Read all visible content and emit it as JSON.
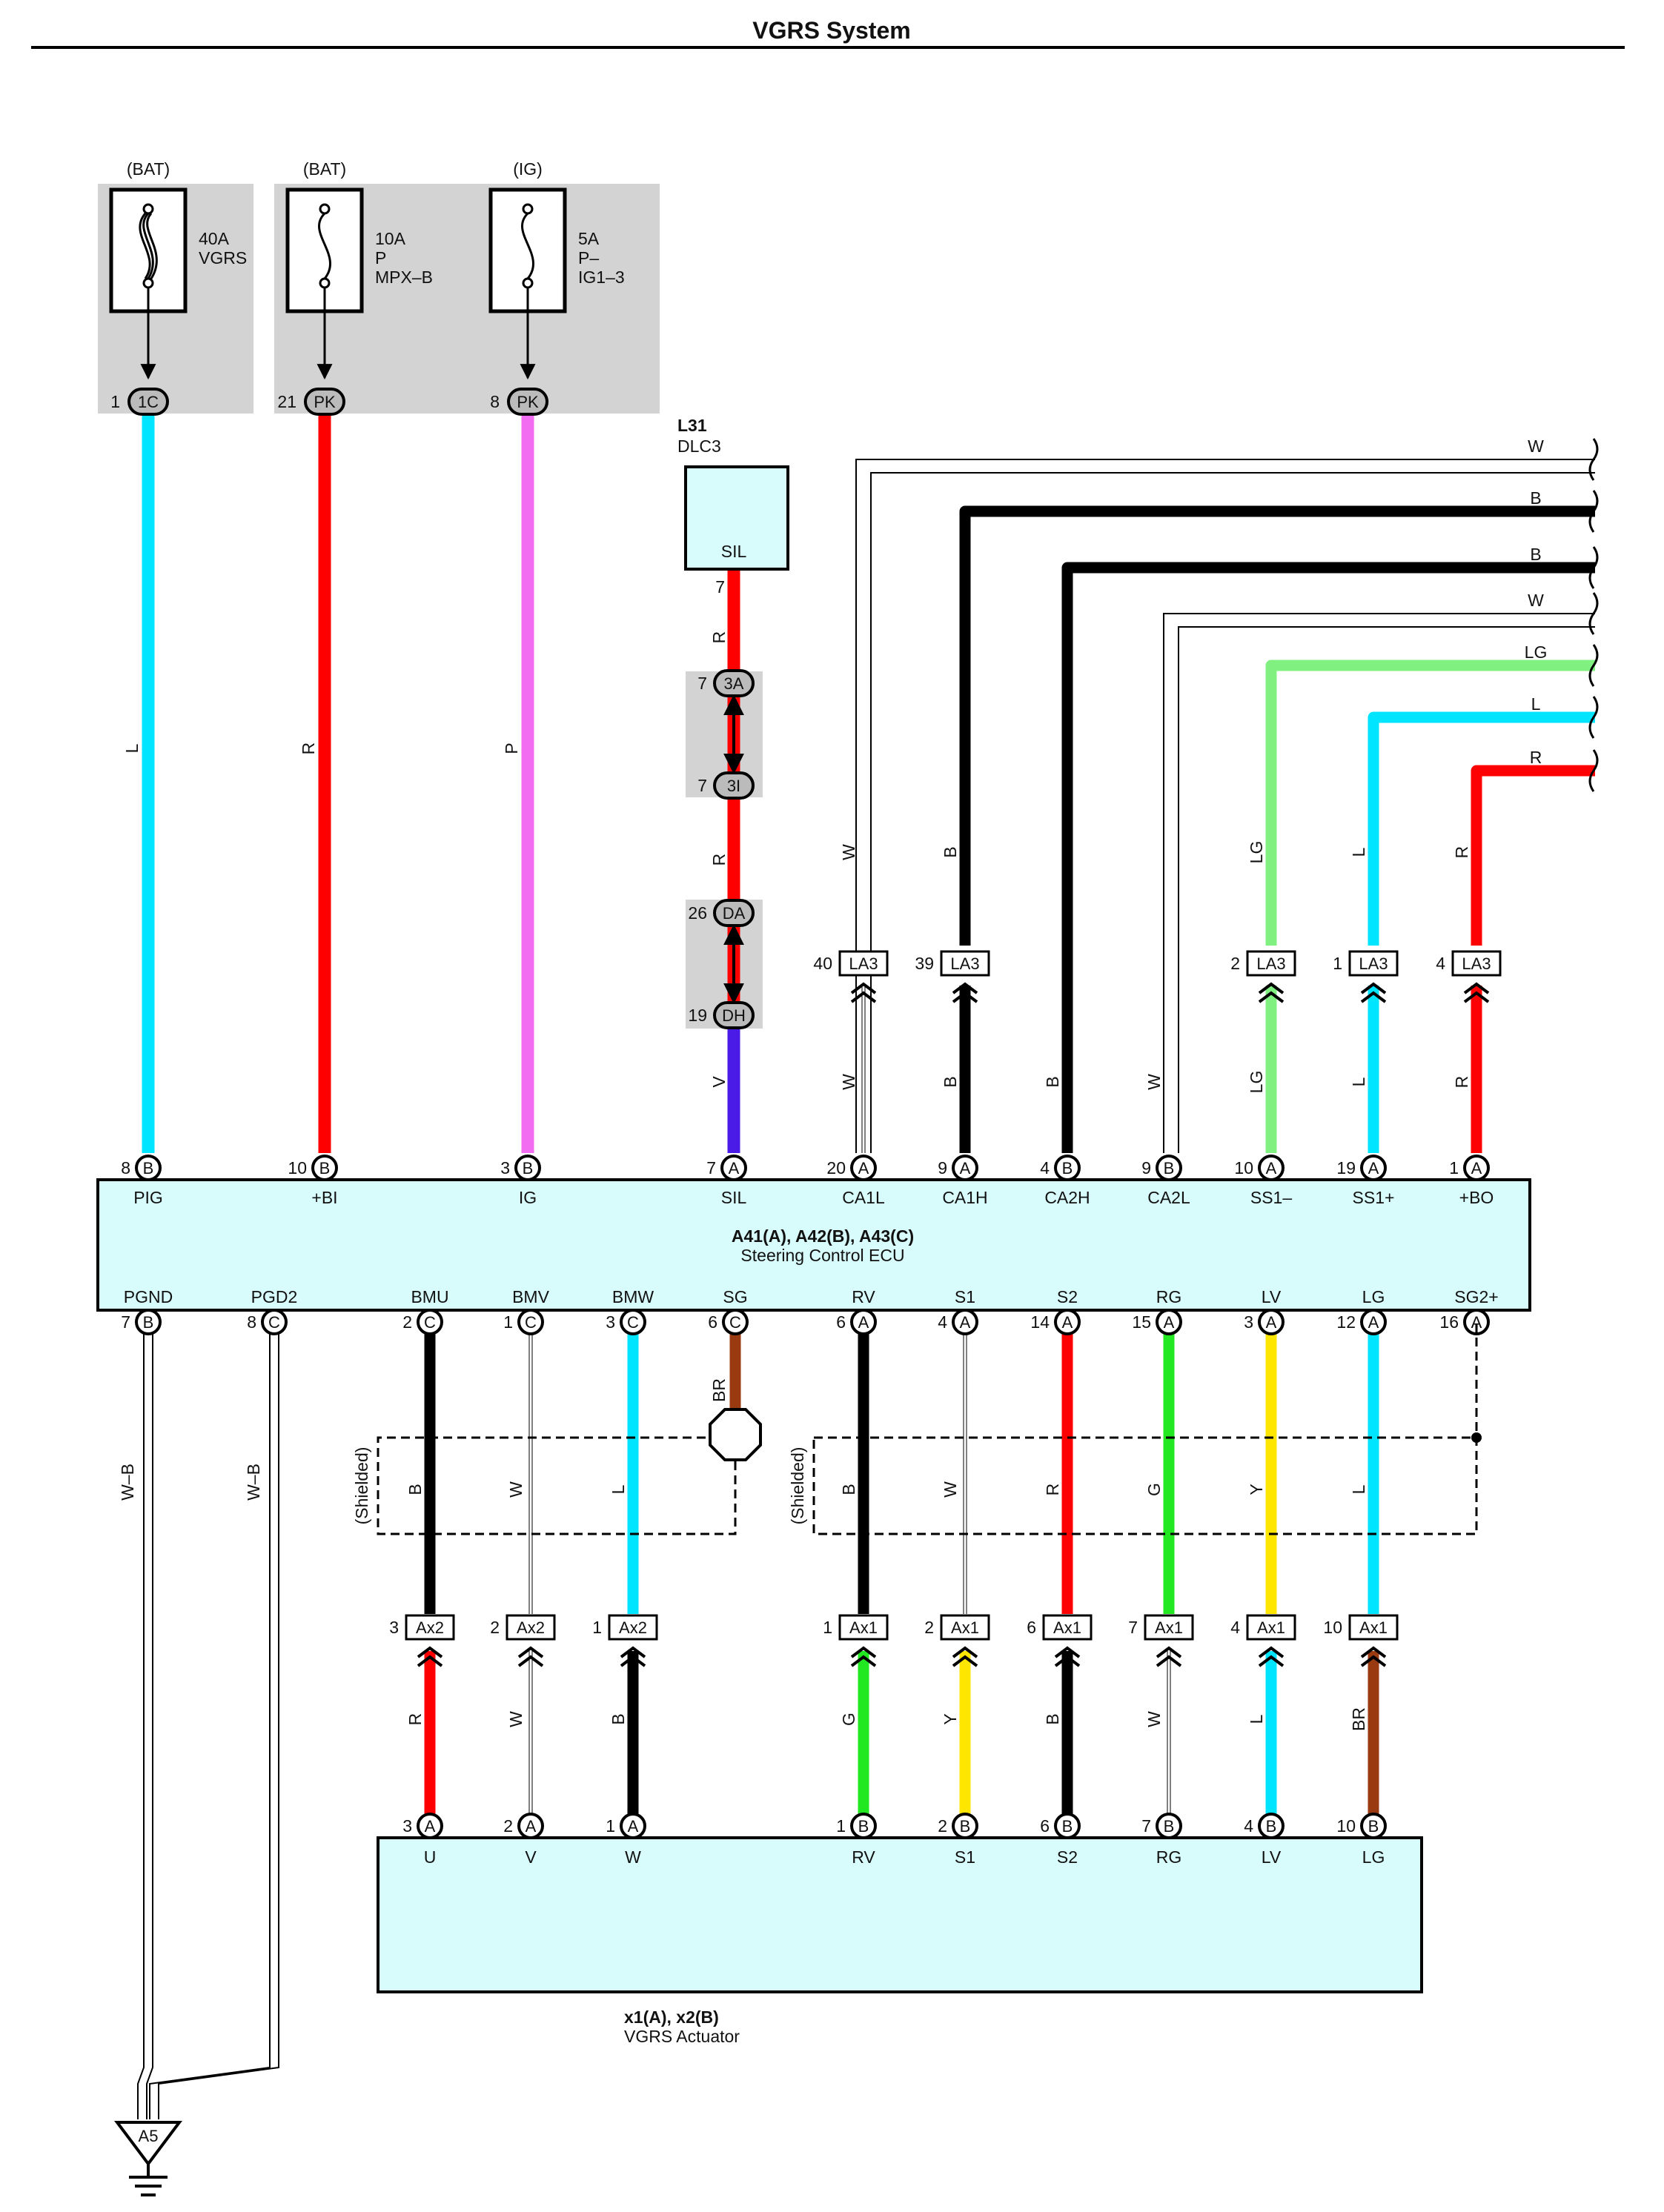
{
  "title": "VGRS System",
  "fuses": [
    {
      "source": "(BAT)",
      "rating": "40A",
      "name1": "VGRS",
      "name2": "",
      "pin": "1",
      "conn": "1C",
      "color": "L"
    },
    {
      "source": "(BAT)",
      "rating": "10A",
      "name1": "P",
      "name2": "MPX–B",
      "pin": "21",
      "conn": "PK",
      "color": "R"
    },
    {
      "source": "(IG)",
      "rating": "5A",
      "name1": "P–",
      "name2": "IG1–3",
      "pin": "8",
      "conn": "PK",
      "color": "P"
    }
  ],
  "dlc": {
    "code": "L31",
    "name": "DLC3",
    "terminal": "SIL",
    "pin": "7"
  },
  "junctions": [
    {
      "pin": "7",
      "conn": "3A"
    },
    {
      "pin": "7",
      "conn": "3I"
    },
    {
      "pin": "26",
      "conn": "DA"
    },
    {
      "pin": "19",
      "conn": "DH"
    }
  ],
  "dlc_wire_colors": [
    "R",
    "R",
    "V"
  ],
  "right_lines": [
    {
      "label": "W"
    },
    {
      "label": "B"
    },
    {
      "label": "B"
    },
    {
      "label": "W"
    },
    {
      "label": "LG"
    },
    {
      "label": "L"
    },
    {
      "label": "R"
    }
  ],
  "la3": [
    {
      "pin": "40",
      "conn": "LA3",
      "color_up": "W",
      "color_down": "W"
    },
    {
      "pin": "39",
      "conn": "LA3",
      "color_up": "B",
      "color_down": "B"
    },
    {
      "pin": "2",
      "conn": "LA3",
      "color_up": "LG",
      "color_down": "LG"
    },
    {
      "pin": "1",
      "conn": "LA3",
      "color_up": "L",
      "color_down": "L"
    },
    {
      "pin": "4",
      "conn": "LA3",
      "color_up": "R",
      "color_down": "R"
    }
  ],
  "ecu": {
    "name_line1": "A41(A), A42(B), A43(C)",
    "name_line2": "Steering Control ECU",
    "top_terminals": [
      {
        "pin": "8",
        "conn": "B",
        "name": "PIG"
      },
      {
        "pin": "10",
        "conn": "B",
        "name": "+BI"
      },
      {
        "pin": "3",
        "conn": "B",
        "name": "IG"
      },
      {
        "pin": "7",
        "conn": "A",
        "name": "SIL"
      },
      {
        "pin": "20",
        "conn": "A",
        "name": "CA1L"
      },
      {
        "pin": "9",
        "conn": "A",
        "name": "CA1H"
      },
      {
        "pin": "4",
        "conn": "B",
        "name": "CA2H"
      },
      {
        "pin": "9",
        "conn": "B",
        "name": "CA2L"
      },
      {
        "pin": "10",
        "conn": "A",
        "name": "SS1–"
      },
      {
        "pin": "19",
        "conn": "A",
        "name": "SS1+"
      },
      {
        "pin": "1",
        "conn": "A",
        "name": "+BO"
      }
    ],
    "bottom_terminals": [
      {
        "pin": "7",
        "conn": "B",
        "name": "PGND"
      },
      {
        "pin": "8",
        "conn": "C",
        "name": "PGD2"
      },
      {
        "pin": "2",
        "conn": "C",
        "name": "BMU"
      },
      {
        "pin": "1",
        "conn": "C",
        "name": "BMV"
      },
      {
        "pin": "3",
        "conn": "C",
        "name": "BMW"
      },
      {
        "pin": "6",
        "conn": "C",
        "name": "SG"
      },
      {
        "pin": "6",
        "conn": "A",
        "name": "RV"
      },
      {
        "pin": "4",
        "conn": "A",
        "name": "S1"
      },
      {
        "pin": "14",
        "conn": "A",
        "name": "S2"
      },
      {
        "pin": "15",
        "conn": "A",
        "name": "RG"
      },
      {
        "pin": "3",
        "conn": "A",
        "name": "LV"
      },
      {
        "pin": "12",
        "conn": "A",
        "name": "LG"
      },
      {
        "pin": "16",
        "conn": "A",
        "name": "SG2+"
      }
    ],
    "top_wire_colors": [
      "L",
      "R",
      "P",
      "V",
      "W",
      "B",
      "B",
      "W",
      "LG",
      "L",
      "R"
    ],
    "ground_wire_colors": [
      "W–B",
      "W–B"
    ]
  },
  "shielded_label": "(Shielded)",
  "sg_wire_color": "BR",
  "upper_harness_colors": [
    "B",
    "W",
    "L",
    "B",
    "W",
    "R",
    "G",
    "Y",
    "L"
  ],
  "ax_connectors": [
    {
      "pin": "3",
      "conn": "Ax2",
      "color_down": "R"
    },
    {
      "pin": "2",
      "conn": "Ax2",
      "color_down": "W"
    },
    {
      "pin": "1",
      "conn": "Ax2",
      "color_down": "B"
    },
    {
      "pin": "1",
      "conn": "Ax1",
      "color_down": "G"
    },
    {
      "pin": "2",
      "conn": "Ax1",
      "color_down": "Y"
    },
    {
      "pin": "6",
      "conn": "Ax1",
      "color_down": "B"
    },
    {
      "pin": "7",
      "conn": "Ax1",
      "color_down": "W"
    },
    {
      "pin": "4",
      "conn": "Ax1",
      "color_down": "L"
    },
    {
      "pin": "10",
      "conn": "Ax1",
      "color_down": "BR"
    }
  ],
  "actuator": {
    "name_line1": "x1(A), x2(B)",
    "name_line2": "VGRS Actuator",
    "terminals": [
      {
        "pin": "3",
        "conn": "A",
        "name": "U"
      },
      {
        "pin": "2",
        "conn": "A",
        "name": "V"
      },
      {
        "pin": "1",
        "conn": "A",
        "name": "W"
      },
      {
        "pin": "1",
        "conn": "B",
        "name": "RV"
      },
      {
        "pin": "2",
        "conn": "B",
        "name": "S1"
      },
      {
        "pin": "6",
        "conn": "B",
        "name": "S2"
      },
      {
        "pin": "7",
        "conn": "B",
        "name": "RG"
      },
      {
        "pin": "4",
        "conn": "B",
        "name": "LV"
      },
      {
        "pin": "10",
        "conn": "B",
        "name": "LG"
      }
    ]
  },
  "ground": {
    "label": "A5"
  },
  "wire_colors_hex": {
    "L": "#00e5ff",
    "R": "#ff0000",
    "P": "#f26cf2",
    "V": "#4a1ae6",
    "W": "#ffffff",
    "B": "#000000",
    "LG": "#80f080",
    "G": "#22e822",
    "Y": "#ffe600",
    "BR": "#9a3a10"
  }
}
